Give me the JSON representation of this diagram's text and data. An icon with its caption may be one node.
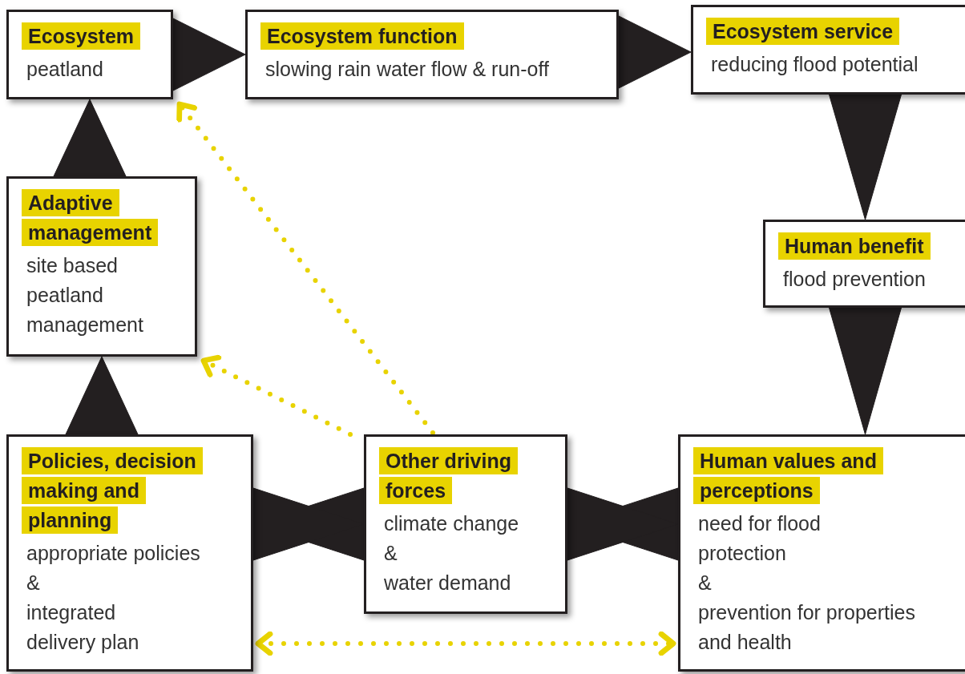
{
  "diagram": {
    "nodes": [
      {
        "text": [
          "Ecosystem",
          "peatland"
        ]
      },
      {
        "text": [
          "Ecosystem function",
          "slowing rain water flow & run-off"
        ]
      },
      {
        "text": [
          "Ecosystem service",
          "reducing flood potential"
        ]
      },
      {
        "text": [
          "Human benefit",
          "flood prevention"
        ]
      },
      {
        "text": [
          "Adaptive management",
          "site based peatland management"
        ]
      },
      {
        "text": [
          "Policies, decision making and planning",
          "appropriate policies",
          "&",
          "integrated delivery plan"
        ]
      },
      {
        "text": [
          "Other driving forces",
          "climate change",
          "&",
          "water demand"
        ]
      },
      {
        "text": [
          "Human values and perceptions",
          "need for flood protection",
          "&",
          "prevention for properties and health"
        ]
      }
    ],
    "edges": [
      {
        "from": 0,
        "to": 1,
        "arrow": "to"
      },
      {
        "from": 1,
        "to": 2,
        "arrow": "to"
      },
      {
        "from": 2,
        "to": 3,
        "arrow": "to"
      },
      {
        "from": 3,
        "to": 7,
        "arrow": "to"
      },
      {
        "from": 7,
        "to": 6,
        "arrow": "to"
      },
      {
        "from": 6,
        "to": 7,
        "arrow": "to"
      },
      {
        "from": 6,
        "to": 5,
        "arrow": "to"
      },
      {
        "from": 5,
        "to": 6,
        "arrow": "to"
      },
      {
        "from": 5,
        "to": 4,
        "arrow": "to"
      },
      {
        "from": 4,
        "to": 0,
        "arrow": "to"
      },
      {
        "from": 6,
        "to": 0,
        "arrow": "to",
        "style": "dashed",
        "color": "#e8d300"
      },
      {
        "from": 6,
        "to": 4,
        "arrow": "to",
        "style": "dashed",
        "color": "#e8d300"
      },
      {
        "from": 5,
        "to": 7,
        "arrow": "both",
        "style": "dashed",
        "color": "#e8d300"
      }
    ]
  }
}
